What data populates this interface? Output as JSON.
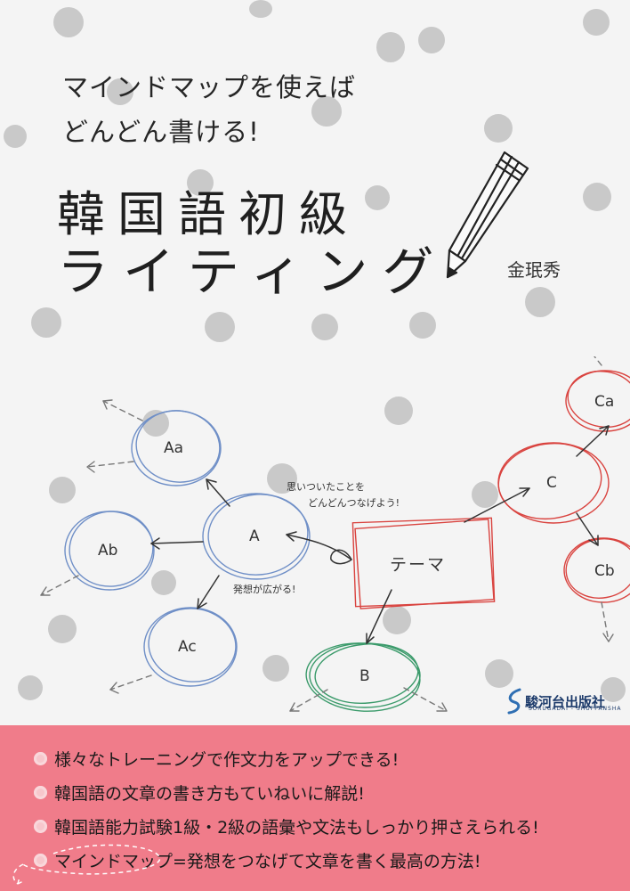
{
  "tagline": {
    "line1": "マインドマップを使えば",
    "line2": "どんどん書ける!"
  },
  "title": {
    "line1": "韓国語初級",
    "line2": "ライティング"
  },
  "author": "金珉秀",
  "publisher": {
    "name": "駿河台出版社",
    "roman": "SURUGADAI - SHUPPANSHA"
  },
  "mindmap": {
    "center": "テーマ",
    "nodes": {
      "a": "A",
      "aa": "Aa",
      "ab": "Ab",
      "ac": "Ac",
      "b": "B",
      "c": "C",
      "ca": "Ca",
      "cb": "Cb"
    },
    "note_top_1": "思いついたことを",
    "note_top_2": "どんどんつなげよう!",
    "note_bottom": "発想が広がる!"
  },
  "bullets": [
    "様々なトレーニングで作文力をアップできる!",
    "韓国語の文章の書き方もていねいに解説!",
    "韓国語能力試験1級・2級の語彙や文法もしっかり押さえられる!",
    "マインドマップ=発想をつなげて文章を書く最高の方法!"
  ],
  "colors": {
    "background": "#f4f4f4",
    "dots": "#c9c9c9",
    "band": "#f07c8a",
    "blue_node": "#6f8fc7",
    "red_node": "#d9433f",
    "green_node": "#3a9a6a"
  }
}
